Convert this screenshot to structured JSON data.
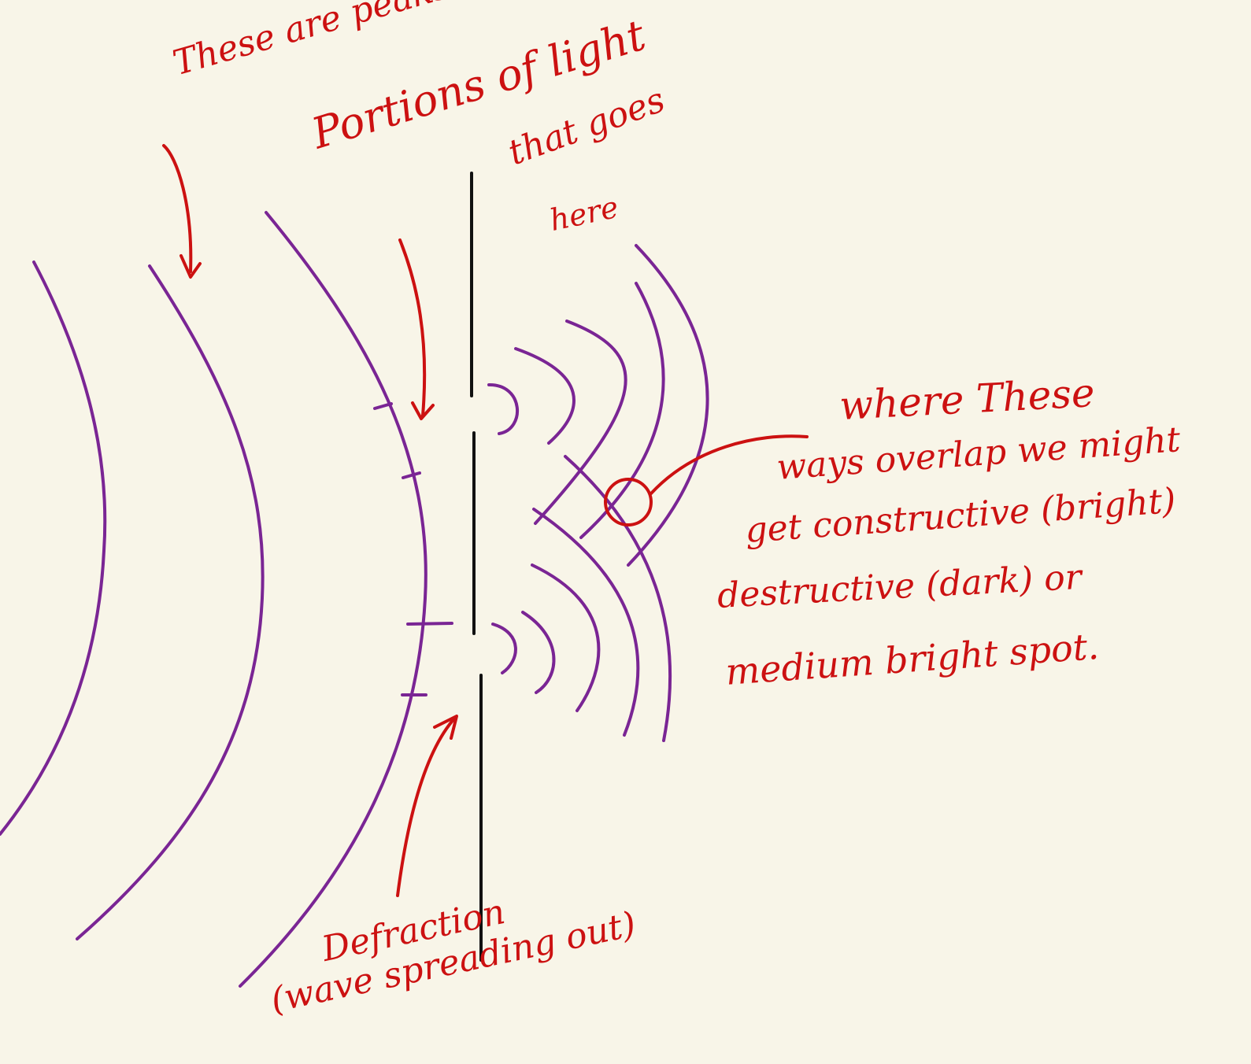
{
  "colors": {
    "background": "#f8f5e8",
    "wave": "#7a2594",
    "barrier": "#111111",
    "annotation": "#cc1111"
  },
  "annotations": {
    "peaks": "These are peaks",
    "portions": "Portions of light",
    "that_goes": "that goes",
    "here": "here",
    "overlap_line1": "where These",
    "overlap_line2": "ways overlap we might",
    "overlap_line3": "get constructive (bright)",
    "overlap_line4": "destructive (dark) or",
    "overlap_line5": "medium bright spot.",
    "diffraction": "Defraction",
    "spreading": "(wave spreading out)"
  }
}
